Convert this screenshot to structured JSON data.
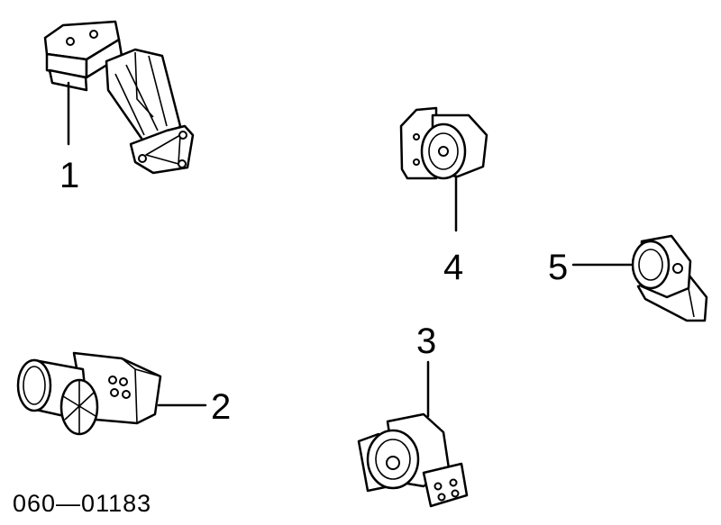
{
  "drawing_number": "060—01183",
  "callouts": [
    {
      "id": "1",
      "label": "1"
    },
    {
      "id": "2",
      "label": "2"
    },
    {
      "id": "3",
      "label": "3"
    },
    {
      "id": "4",
      "label": "4"
    },
    {
      "id": "5",
      "label": "5"
    }
  ]
}
